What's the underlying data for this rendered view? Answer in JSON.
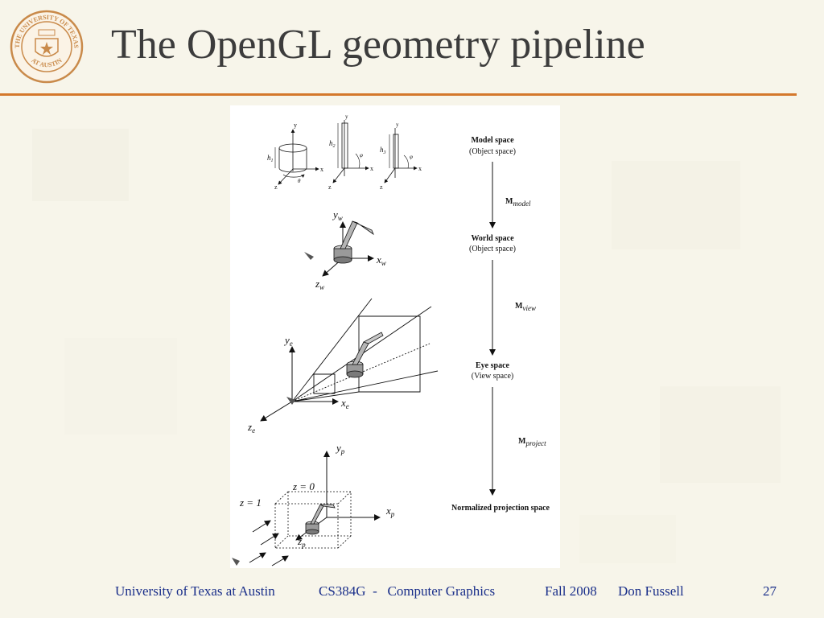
{
  "slide": {
    "title": "The OpenGL geometry pipeline",
    "page_number": "27"
  },
  "footer": {
    "institution": "University of Texas at Austin",
    "course": "CS384G  -   Computer Graphics",
    "term": "Fall 2008",
    "author": "Don Fussell"
  },
  "seal": {
    "top_text": "THE UNIVERSITY OF TEXAS",
    "bottom_text": "AT AUSTIN"
  },
  "pipeline": {
    "stages": [
      {
        "name": "Model space",
        "alt": "(Object space)"
      },
      {
        "name": "World space",
        "alt": "(Object space)"
      },
      {
        "name": "Eye space",
        "alt": "(View space)"
      },
      {
        "name": "Normalized projection space",
        "alt": ""
      }
    ],
    "transforms": [
      {
        "symbol": "M",
        "sub": "model"
      },
      {
        "symbol": "M",
        "sub": "view"
      },
      {
        "symbol": "M",
        "sub": "project"
      }
    ]
  },
  "model_panel": {
    "h1": "h",
    "h1_sub": "1",
    "h2": "h",
    "h2_sub": "2",
    "h3": "h",
    "h3_sub": "3",
    "x": "x",
    "y": "y",
    "z": "z",
    "theta": "θ",
    "phi": "φ"
  },
  "world_panel": {
    "y": "y",
    "y_sub": "w",
    "x": "x",
    "x_sub": "w",
    "z": "z",
    "z_sub": "w"
  },
  "eye_panel": {
    "y": "y",
    "y_sub": "e",
    "x": "x",
    "x_sub": "e",
    "z": "z",
    "z_sub": "e"
  },
  "proj_panel": {
    "y": "y",
    "y_sub": "p",
    "x": "x",
    "x_sub": "p",
    "z": "z",
    "z_sub": "p",
    "z0": "z = 0",
    "z1": "z = 1"
  },
  "colors": {
    "rule": "#d4782c",
    "footer_text": "#1a2f8a",
    "title_text": "#3c3c3c",
    "seal": "#c98a4a"
  }
}
